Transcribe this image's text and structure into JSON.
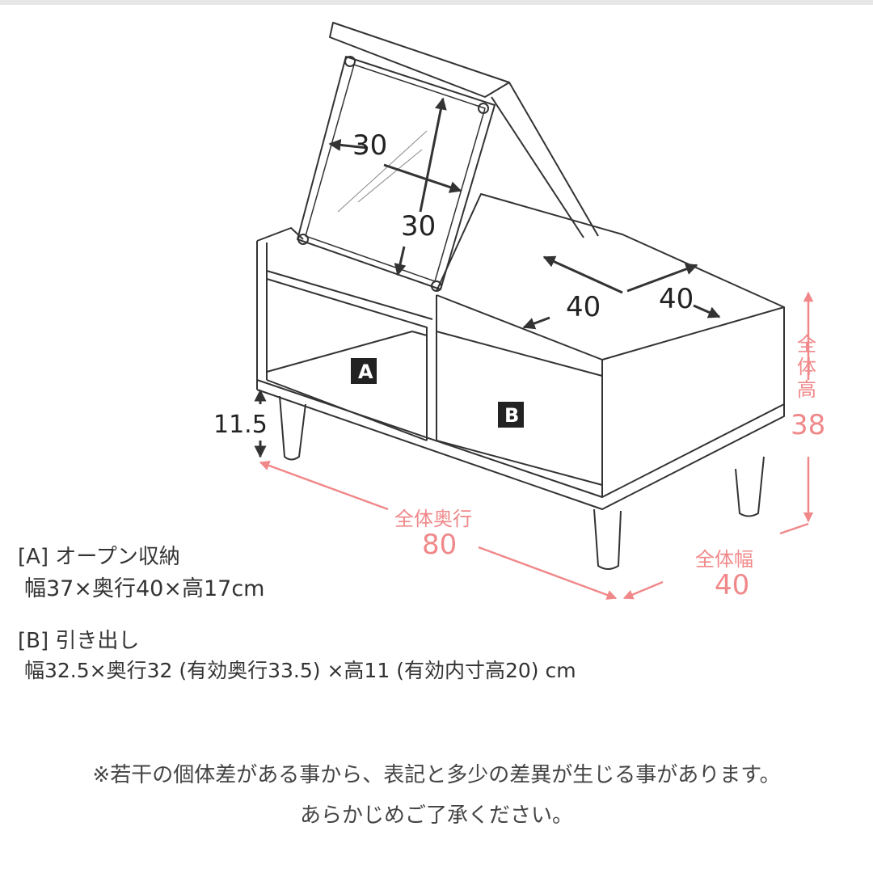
{
  "diagram": {
    "colors": {
      "line": "#333333",
      "dimension_accent": "#f0888a",
      "label_bg": "#222222"
    },
    "mirror_dims": {
      "width": "30",
      "height": "30"
    },
    "tray_dims": {
      "depth": "40",
      "width": "40"
    },
    "leg_height": "11.5",
    "compartment_labels": {
      "a": "A",
      "b": "B"
    },
    "overall": {
      "height_label": "全体高",
      "height_value": "38",
      "depth_label": "全体奥行",
      "depth_value": "80",
      "width_label": "全体幅",
      "width_value": "40"
    }
  },
  "specs": [
    {
      "title": "[A] オープン収納",
      "detail": "幅37×奥行40×高17cm"
    },
    {
      "title": "[B] 引き出し",
      "detail": "幅32.5×奥行32 (有効奥行33.5) ×高11 (有効内寸高20) cm"
    }
  ],
  "notes": [
    "※若干の個体差がある事から、表記と多少の差異が生じる事があります。",
    "あらかじめご了承ください。"
  ]
}
